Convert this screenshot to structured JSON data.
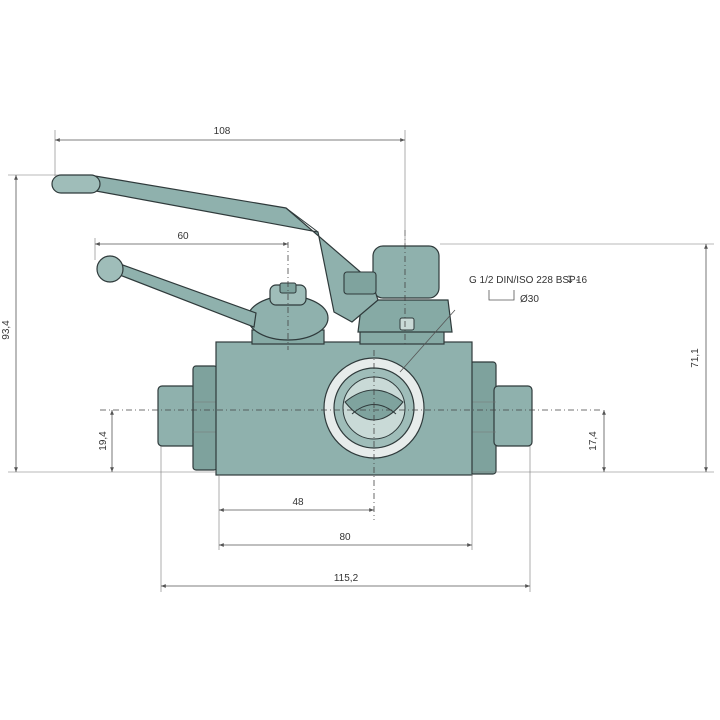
{
  "colors": {
    "body": "#8fb1ad",
    "body_dark": "#6f9590",
    "body_light": "#a9c6c2",
    "port_face": "#e7eceb",
    "outline": "#2f3a3b",
    "dimension": "#555555",
    "background": "#ffffff"
  },
  "dimensions": {
    "d108": "108",
    "d60": "60",
    "d93_4": "93,4",
    "d71_1": "71,1",
    "d19_4": "19,4",
    "d17_4": "17,4",
    "d48": "48",
    "d80": "80",
    "d115_2": "115,2"
  },
  "callout": {
    "thread": "G 1/2 DIN/ISO 228 BSP-",
    "depth_symbol": "↧",
    "depth": "16",
    "diameter": "Ø30"
  }
}
